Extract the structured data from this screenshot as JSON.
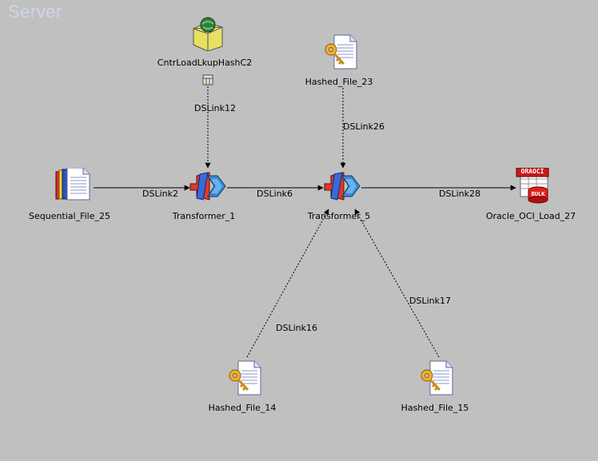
{
  "canvas": {
    "watermark": "Server"
  },
  "stages": {
    "cntr_load": {
      "label": "CntrLoadLkupHashC2",
      "icon": "container-icon"
    },
    "hashed_23": {
      "label": "Hashed_File_23",
      "icon": "hashed-file-icon"
    },
    "seq_25": {
      "label": "Sequential_File_25",
      "icon": "sequential-file-icon"
    },
    "transformer_1": {
      "label": "Transformer_1",
      "icon": "transformer-icon"
    },
    "transformer_5": {
      "label": "Transformer_5",
      "icon": "transformer-icon"
    },
    "oracle_27": {
      "label": "Oracle_OCI_Load_27",
      "icon": "oracle-oci-icon",
      "badge_top": "ORAOCI",
      "badge_bottom": "BULK"
    },
    "hashed_14": {
      "label": "Hashed_File_14",
      "icon": "hashed-file-icon"
    },
    "hashed_15": {
      "label": "Hashed_File_15",
      "icon": "hashed-file-icon"
    }
  },
  "links": {
    "dslink2": "DSLink2",
    "dslink6": "DSLink6",
    "dslink12": "DSLink12",
    "dslink16": "DSLink16",
    "dslink17": "DSLink17",
    "dslink26": "DSLink26",
    "dslink28": "DSLink28"
  },
  "colors": {
    "canvas_bg": "#c0c0c0",
    "watermark": "#cdd6e6",
    "link_line": "#000000"
  }
}
